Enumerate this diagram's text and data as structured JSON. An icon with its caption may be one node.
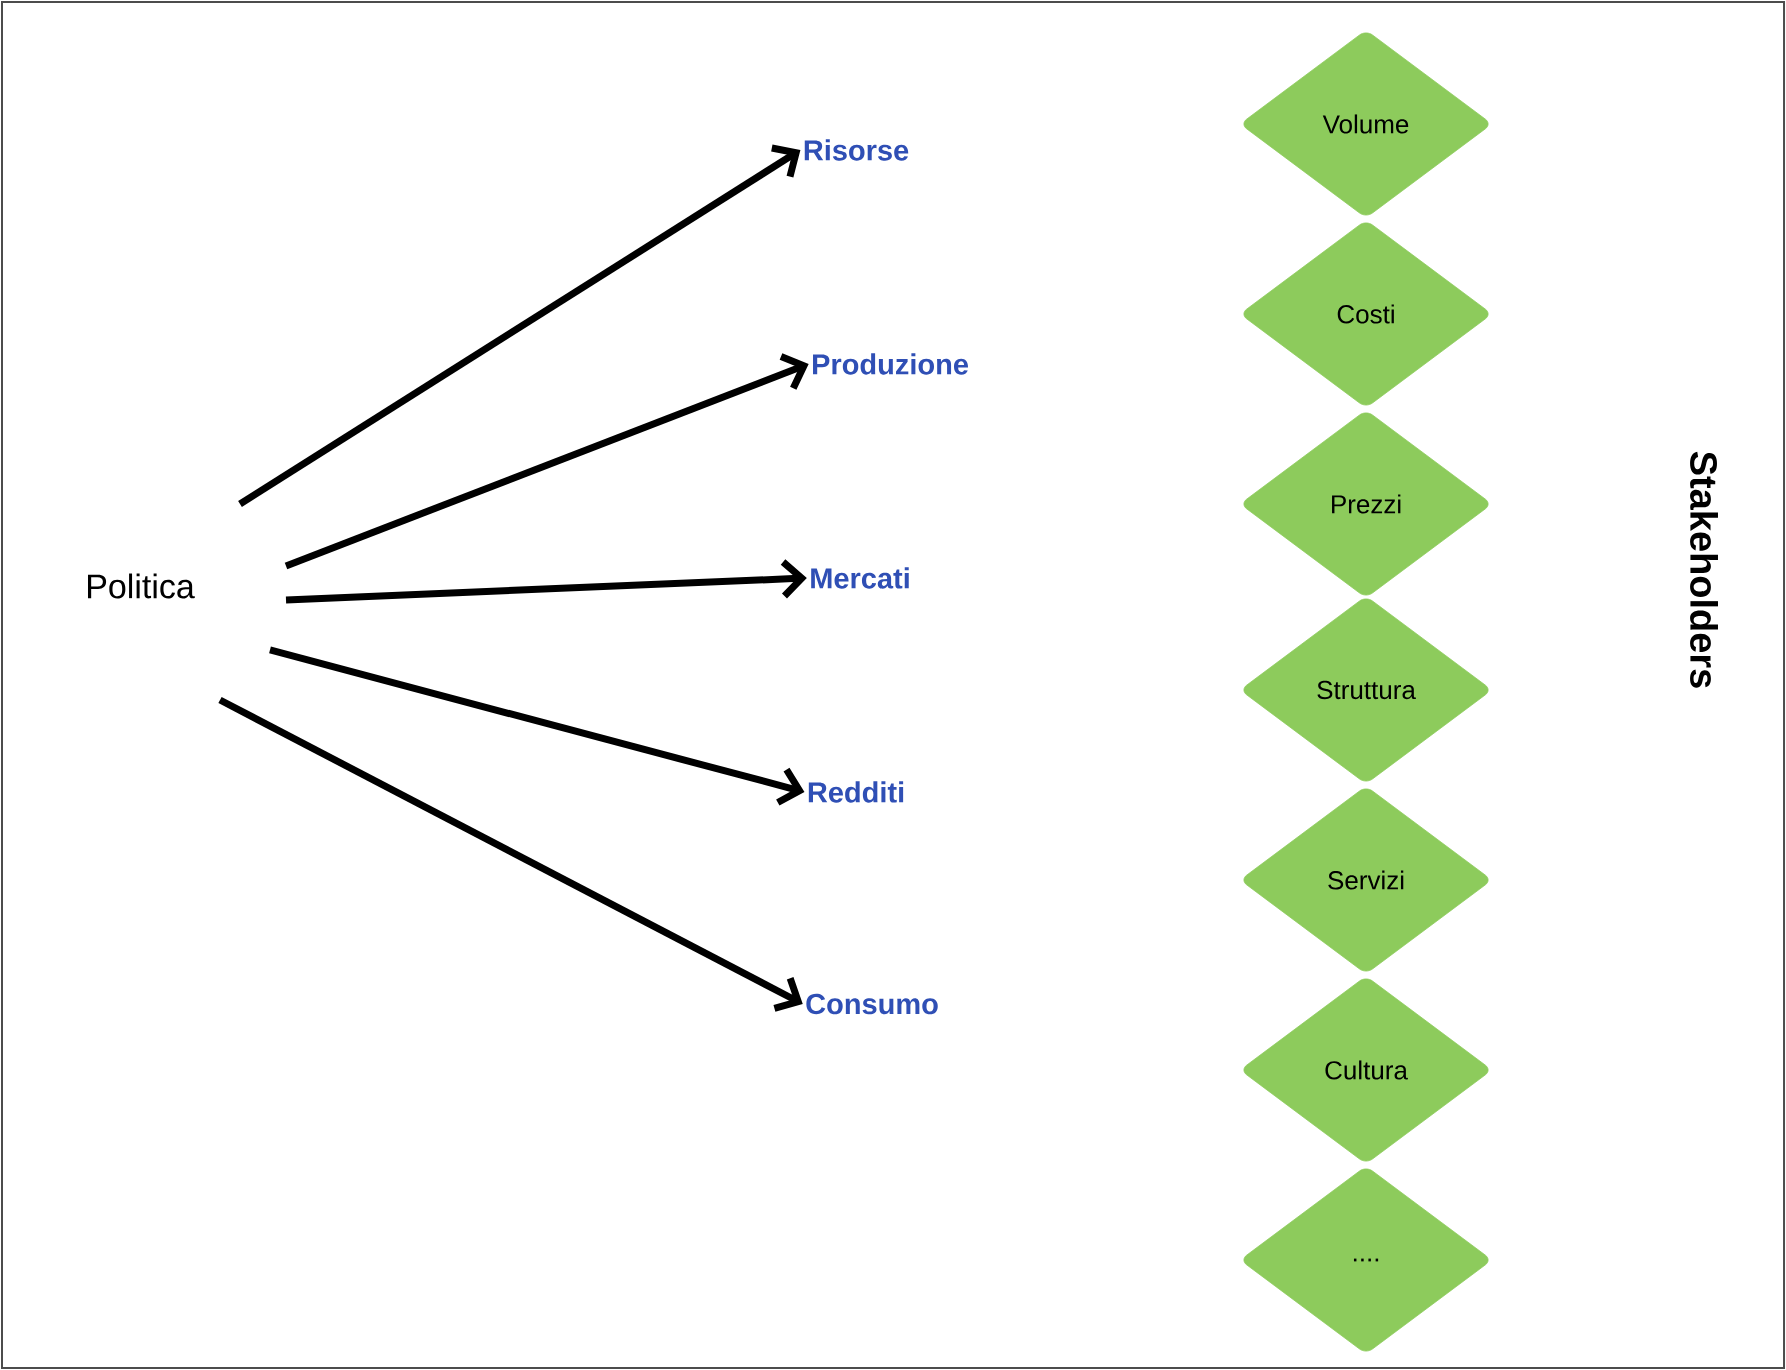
{
  "diagram": {
    "nodes": [
      {
        "text": [
          "Politica"
        ]
      },
      {
        "text": [
          "Risorse"
        ]
      },
      {
        "text": [
          "Produzione"
        ]
      },
      {
        "text": [
          "Mercati"
        ]
      },
      {
        "text": [
          "Redditi"
        ]
      },
      {
        "text": [
          "Consumo"
        ]
      },
      {
        "text": [
          "Volume"
        ]
      },
      {
        "text": [
          "Costi"
        ]
      },
      {
        "text": [
          "Prezzi"
        ]
      },
      {
        "text": [
          "Struttura"
        ]
      },
      {
        "text": [
          "Servizi"
        ]
      },
      {
        "text": [
          "Cultura"
        ]
      },
      {
        "text": [
          "...."
        ]
      }
    ],
    "edges": [
      {
        "from": 0,
        "to": 1,
        "arrow": "to"
      },
      {
        "from": 0,
        "to": 2,
        "arrow": "to"
      },
      {
        "from": 0,
        "to": 3,
        "arrow": "to"
      },
      {
        "from": 0,
        "to": 4,
        "arrow": "to"
      },
      {
        "from": 0,
        "to": 5,
        "arrow": "to"
      }
    ],
    "labels": [
      "Stakeholders"
    ]
  }
}
